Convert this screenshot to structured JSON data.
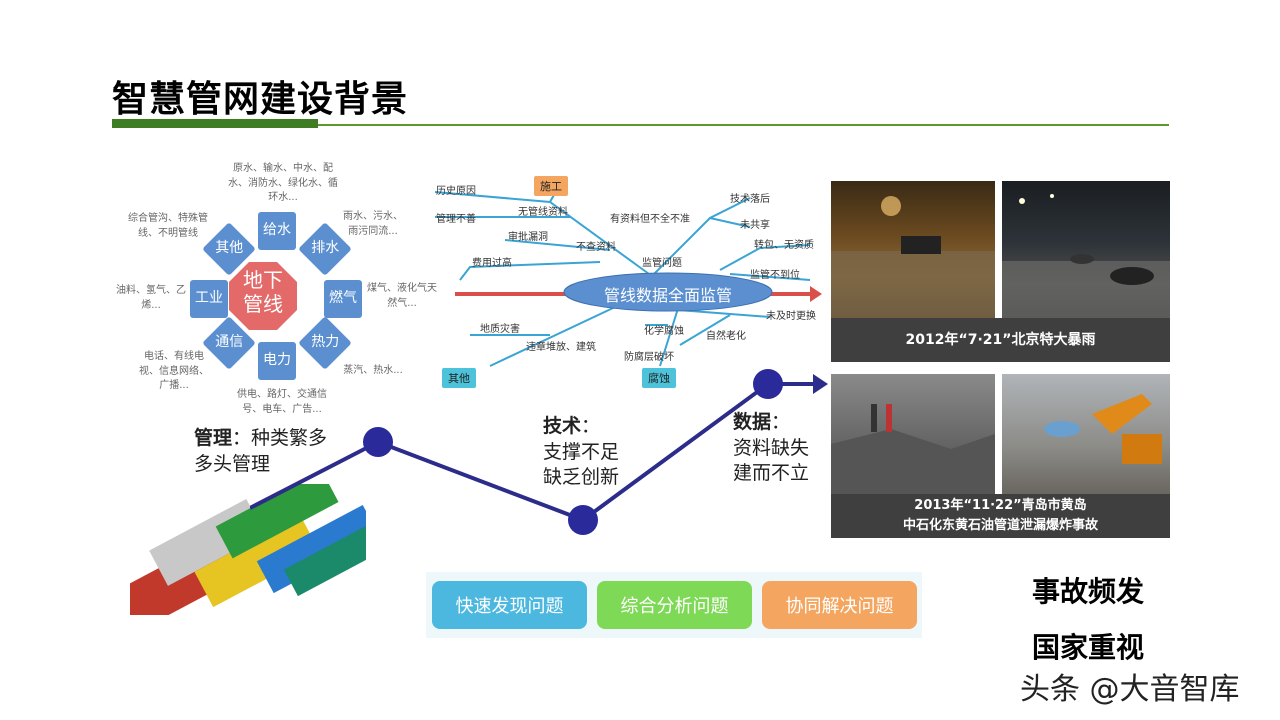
{
  "title": "智慧管网建设背景",
  "octagon": {
    "center_line1": "地下",
    "center_line2": "管线",
    "nodes": [
      "给水",
      "排水",
      "燃气",
      "热力",
      "电力",
      "通信",
      "工业",
      "其他"
    ],
    "desc_water": "原水、输水、中水、配水、消防水、绿化水、循环水...",
    "desc_drain": "雨水、污水、雨污同流...",
    "desc_gas": "煤气、液化气天然气...",
    "desc_heat": "蒸汽、热水...",
    "desc_power": "供电、路灯、交通信号、电车、广告...",
    "desc_comm": "电话、有线电视、信息网络、广播...",
    "desc_industry": "油料、氢气、乙烯...",
    "desc_other": "综合管沟、特殊管线、不明管线"
  },
  "mindmap": {
    "center": "管线数据全面监管",
    "tag_construction": "施工",
    "tag_other": "其他",
    "tag_corrosion": "腐蚀",
    "items": {
      "history": "历史原因",
      "mgmt_bad": "管理不善",
      "no_data": "无管线资料",
      "approval": "审批漏洞",
      "fee": "费用过高",
      "no_query": "不查资料",
      "have_data": "有资料但不全不准",
      "tech_lag": "技术落后",
      "no_share": "未共享",
      "regulation": "监管问题",
      "subcontract": "转包、无资质",
      "supervise": "监管不到位",
      "geo": "地质灾害",
      "illegal": "违章堆放、建筑",
      "chem": "化学腐蚀",
      "anticorrosion": "防腐层破坏",
      "aging": "自然老化",
      "not_replaced": "未及时更换"
    }
  },
  "photos": {
    "caption1": "2012年“7·21”北京特大暴雨",
    "caption2_line1": "2013年“11·22”青岛市黄岛",
    "caption2_line2": "中石化东黄石油管道泄漏爆炸事故"
  },
  "trend": {
    "mgmt_head": "管理",
    "mgmt_rest": "：种类繁多",
    "mgmt_line2": "多头管理",
    "tech_head": "技术",
    "tech_colon": "：",
    "tech_line2": "支撑不足",
    "tech_line3": "缺乏创新",
    "data_head": "数据",
    "data_colon": "：",
    "data_line2": "资料缺失",
    "data_line3": "建而不立"
  },
  "pills": {
    "p1": "快速发现问题",
    "p2": "综合分析问题",
    "p3": "协同解决问题"
  },
  "side": {
    "accident": "事故频发",
    "national": "国家重视"
  },
  "watermark": "头条 @大音智库",
  "colors": {
    "green_dark": "#3e7d23",
    "blue_node": "#5b8fd0",
    "octagon_center": "#e46a6a",
    "trend_line": "#2c2c8a",
    "pill1": "#4cb8df",
    "pill2": "#7ed957",
    "pill3": "#f4a660"
  }
}
